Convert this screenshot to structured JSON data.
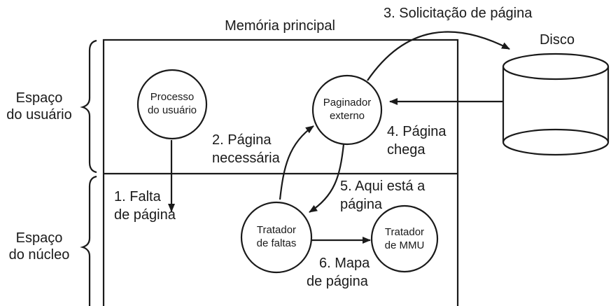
{
  "title": "Memória principal",
  "regions": {
    "user_space": [
      "Espaço",
      "do usuário"
    ],
    "kernel_space": [
      "Espaço",
      "do núcleo"
    ]
  },
  "nodes": {
    "user_process": [
      "Processo",
      "do usuário"
    ],
    "external_pager": [
      "Paginador",
      "externo"
    ],
    "fault_handler": [
      "Tratador",
      "de faltas"
    ],
    "mmu_handler": [
      "Tratador",
      "de MMU"
    ],
    "disk": "Disco"
  },
  "steps": {
    "s1": [
      "1. Falta",
      "de página"
    ],
    "s2": [
      "2. Página",
      "necessária"
    ],
    "s3": "3. Solicitação de página",
    "s4": [
      "4. Página",
      "chega"
    ],
    "s5": [
      "5. Aqui está a",
      "página"
    ],
    "s6": [
      "6. Mapa",
      "de página"
    ]
  }
}
